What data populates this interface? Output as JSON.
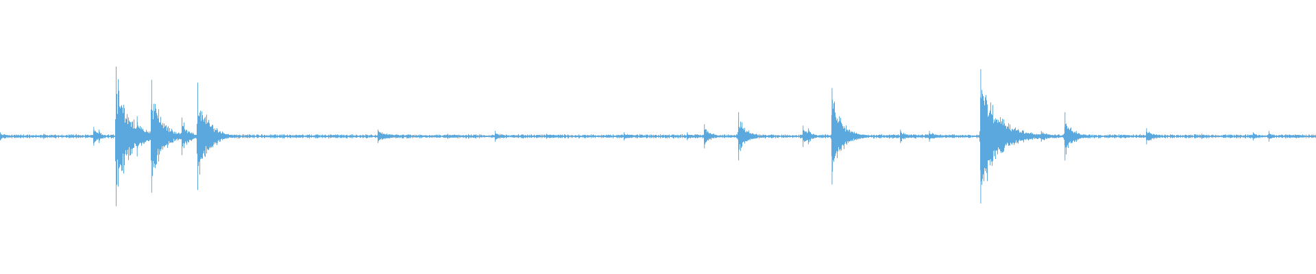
{
  "colors": {
    "background": "#ffffff",
    "waveform": "#5aa8dd"
  },
  "chart_data": {
    "type": "area",
    "xlabel": "",
    "ylabel": "",
    "xlim": [
      0,
      1
    ],
    "ylim": [
      -1,
      1
    ],
    "grid": false,
    "baseline": 0,
    "noise_level": 0.012,
    "bursts": [
      {
        "t": 0.0,
        "amp": 0.03,
        "decay": 0.006
      },
      {
        "t": 0.033,
        "amp": 0.02,
        "decay": 0.004
      },
      {
        "t": 0.071,
        "amp": 0.07,
        "decay": 0.004
      },
      {
        "t": 0.075,
        "amp": 0.05,
        "decay": 0.003
      },
      {
        "t": 0.088,
        "amp": 0.52,
        "decay": 0.01
      },
      {
        "t": 0.104,
        "amp": 0.15,
        "decay": 0.006
      },
      {
        "t": 0.115,
        "amp": 0.42,
        "decay": 0.008
      },
      {
        "t": 0.138,
        "amp": 0.14,
        "decay": 0.006
      },
      {
        "t": 0.15,
        "amp": 0.4,
        "decay": 0.008
      },
      {
        "t": 0.165,
        "amp": 0.05,
        "decay": 0.004
      },
      {
        "t": 0.287,
        "amp": 0.05,
        "decay": 0.01
      },
      {
        "t": 0.34,
        "amp": 0.02,
        "decay": 0.015
      },
      {
        "t": 0.376,
        "amp": 0.04,
        "decay": 0.006
      },
      {
        "t": 0.415,
        "amp": 0.02,
        "decay": 0.012
      },
      {
        "t": 0.474,
        "amp": 0.03,
        "decay": 0.006
      },
      {
        "t": 0.522,
        "amp": 0.03,
        "decay": 0.005
      },
      {
        "t": 0.535,
        "amp": 0.09,
        "decay": 0.005
      },
      {
        "t": 0.561,
        "amp": 0.18,
        "decay": 0.006
      },
      {
        "t": 0.61,
        "amp": 0.08,
        "decay": 0.004
      },
      {
        "t": 0.614,
        "amp": 0.06,
        "decay": 0.004
      },
      {
        "t": 0.632,
        "amp": 0.36,
        "decay": 0.008
      },
      {
        "t": 0.684,
        "amp": 0.05,
        "decay": 0.005
      },
      {
        "t": 0.706,
        "amp": 0.04,
        "decay": 0.006
      },
      {
        "t": 0.745,
        "amp": 0.5,
        "decay": 0.014
      },
      {
        "t": 0.791,
        "amp": 0.04,
        "decay": 0.01
      },
      {
        "t": 0.809,
        "amp": 0.18,
        "decay": 0.006
      },
      {
        "t": 0.871,
        "amp": 0.06,
        "decay": 0.006
      },
      {
        "t": 0.913,
        "amp": 0.02,
        "decay": 0.005
      },
      {
        "t": 0.952,
        "amp": 0.03,
        "decay": 0.004
      },
      {
        "t": 0.964,
        "amp": 0.04,
        "decay": 0.003
      }
    ]
  }
}
